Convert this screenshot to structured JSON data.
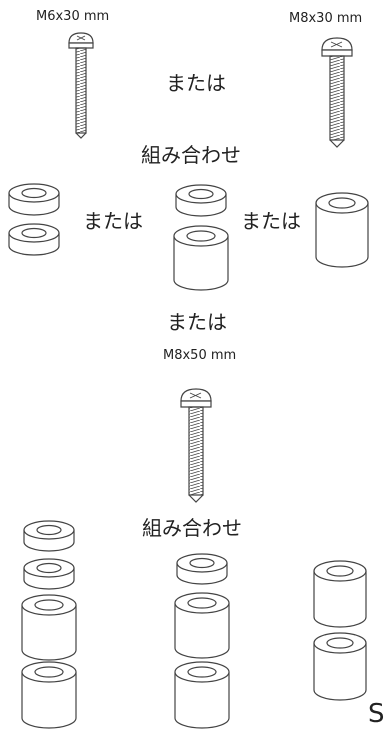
{
  "labels": {
    "screw_a": "M6x30 mm",
    "screw_b": "M8x30 mm",
    "screw_c": "M8x50 mm"
  },
  "connectors": {
    "or_1": "または",
    "combo_1": "組み合わせ",
    "or_2": "または",
    "or_3": "または",
    "or_4": "または",
    "combo_2": "組み合わせ"
  },
  "footer": {
    "partial_letter": "S"
  }
}
